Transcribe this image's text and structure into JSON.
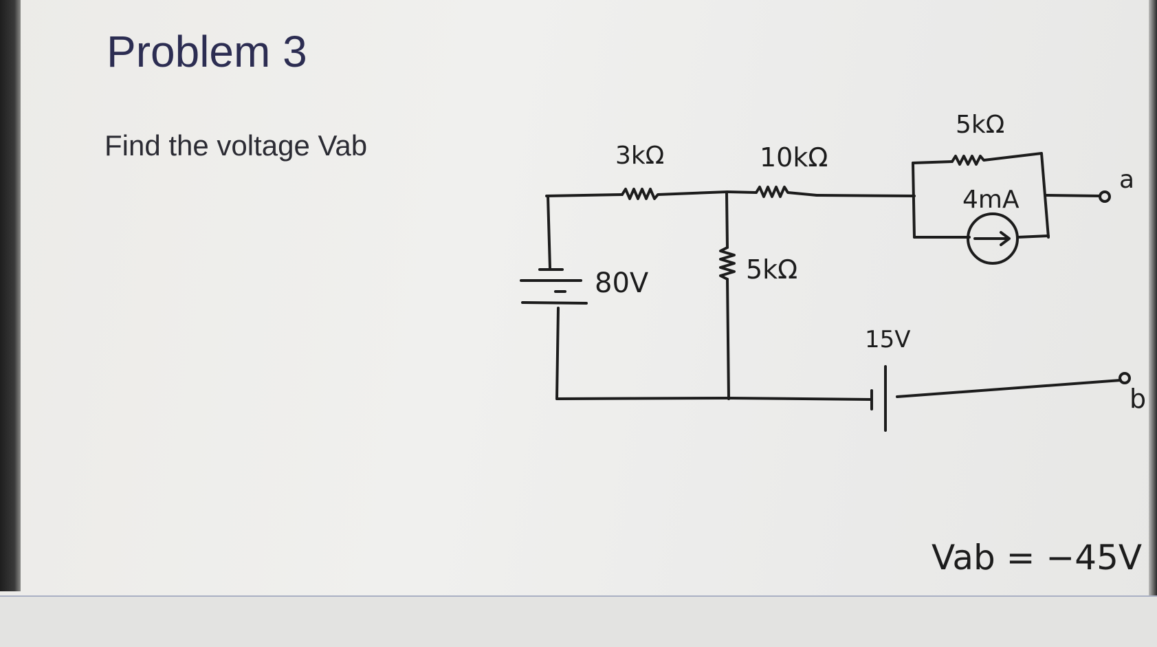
{
  "slide": {
    "title": "Problem 3",
    "prompt": "Find the voltage Vab"
  },
  "circuit": {
    "labels": {
      "r_3k": "3kΩ",
      "r_10k": "10kΩ",
      "r_5k_shunt": "5kΩ",
      "r_5k_top": "5kΩ",
      "source_80v": "80V",
      "source_4ma": "4mA",
      "source_15v": "15V",
      "terminal_a": "a",
      "terminal_b": "b"
    },
    "answer": "Vab = −45V"
  },
  "colors": {
    "ink": "#1c1c1c",
    "title": "#2c2d52",
    "rule": "#a9b0c4"
  }
}
